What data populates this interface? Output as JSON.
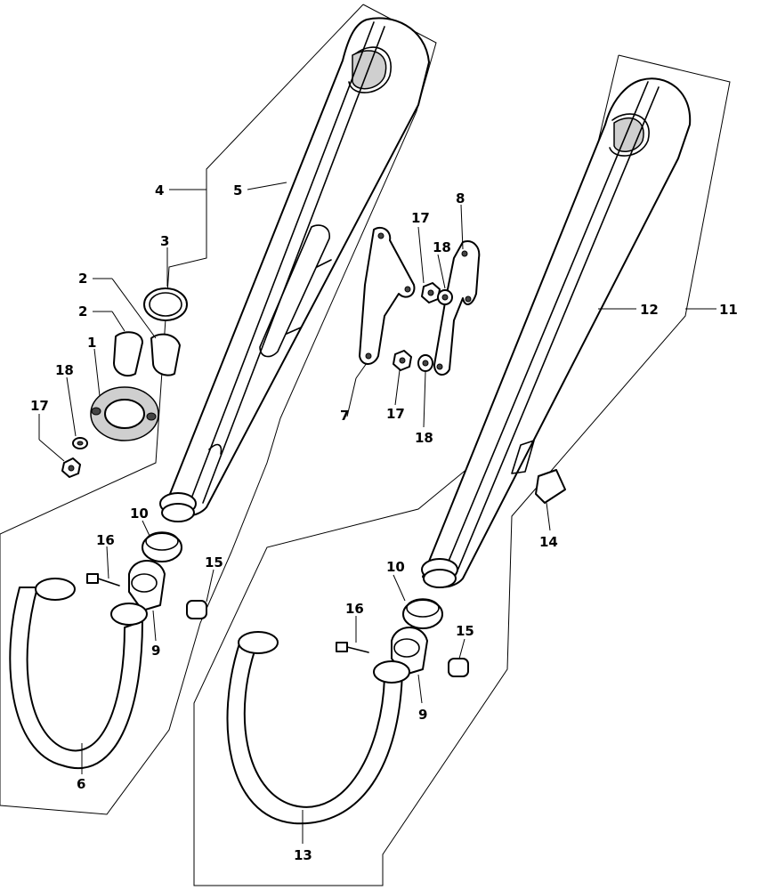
{
  "labels": {
    "p1": "1",
    "p2a": "2",
    "p2b": "2",
    "p3": "3",
    "p4": "4",
    "p5": "5",
    "p6": "6",
    "p7": "7",
    "p8": "8",
    "p9a": "9",
    "p9b": "9",
    "p10a": "10",
    "p10b": "10",
    "p11": "11",
    "p12": "12",
    "p13": "13",
    "p14": "14",
    "p15a": "15",
    "p15b": "15",
    "p16a": "16",
    "p16b": "16",
    "p17a": "17",
    "p17b": "17",
    "p17c": "17",
    "p18a": "18",
    "p18b": "18",
    "p18c": "18"
  }
}
